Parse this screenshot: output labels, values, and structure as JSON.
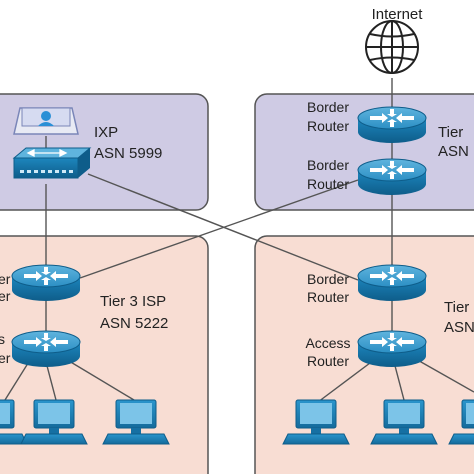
{
  "internet": {
    "label": "Internet",
    "icon": "globe-icon"
  },
  "ixp": {
    "name": "IXP",
    "asn": "ASN 5999"
  },
  "tier3_isp": {
    "name": "Tier 3 ISP",
    "asn": "ASN 5222",
    "border_router_label_partial": [
      "er",
      "er"
    ],
    "access_router_label_partial": [
      "s",
      "er"
    ]
  },
  "top_right_as": {
    "border_router_1": [
      "Border",
      "Router"
    ],
    "border_router_2": [
      "Border",
      "Router"
    ],
    "name_partial": "Tier",
    "asn_partial": "ASN"
  },
  "bottom_right_as": {
    "border_router": [
      "Border",
      "Router"
    ],
    "access_router": [
      "Access",
      "Router"
    ],
    "name_partial": "Tier",
    "asn_partial": "ASN"
  },
  "colors": {
    "top_panel_fill": "#cfcbe4",
    "bottom_panel_fill": "#f8ddd3",
    "router_blue": "#1c7fb5",
    "link_gray": "#555555"
  }
}
